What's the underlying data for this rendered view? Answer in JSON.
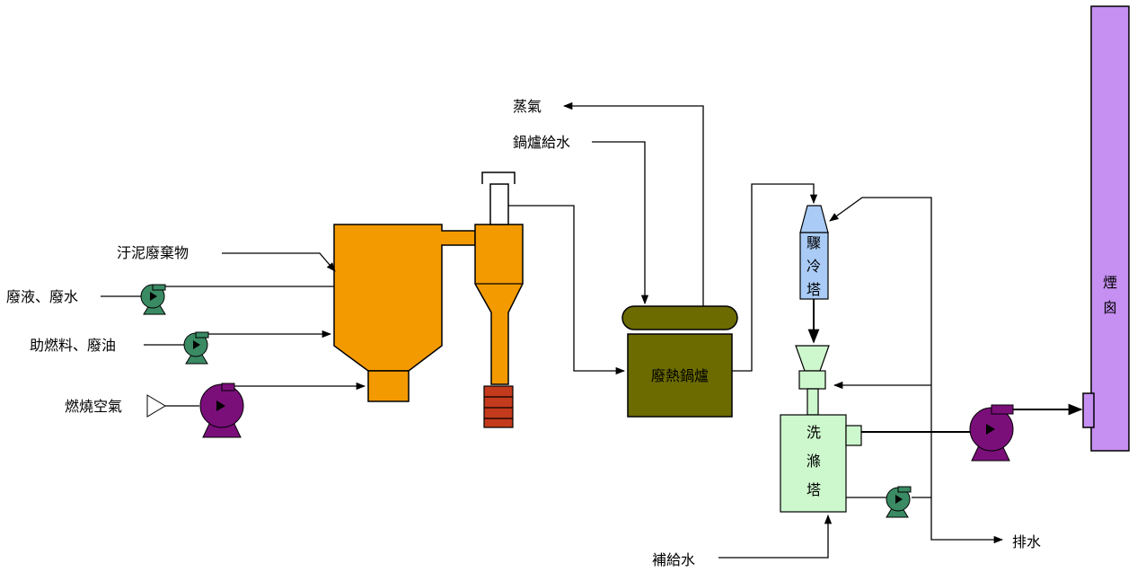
{
  "inputs": {
    "sludge": "汙泥廢棄物",
    "waste_liquid": "廢液、廢水",
    "aux_fuel": "助燃料、廢油",
    "comb_air": "燃燒空氣"
  },
  "outputs": {
    "steam": "蒸氣",
    "boiler_water": "鍋爐給水",
    "makeup_water": "補給水",
    "drain": "排水"
  },
  "equipment": {
    "waste_heat_boiler": "廢熱鍋爐",
    "quench_tower": [
      "驟",
      "冷",
      "塔"
    ],
    "scrubber": [
      "洗",
      "滌",
      "塔"
    ],
    "stack": [
      "煙",
      "囪"
    ]
  },
  "colors": {
    "incinerator": "#f39a00",
    "boiler": "#6b6b00",
    "quench": "#a9cbf5",
    "scrubber": "#cdf7cd",
    "stack": "#c68ff2",
    "pump_green": "#3a8a63",
    "pump_purple": "#7a0f7a",
    "ash_drum": "#c43a1c"
  }
}
